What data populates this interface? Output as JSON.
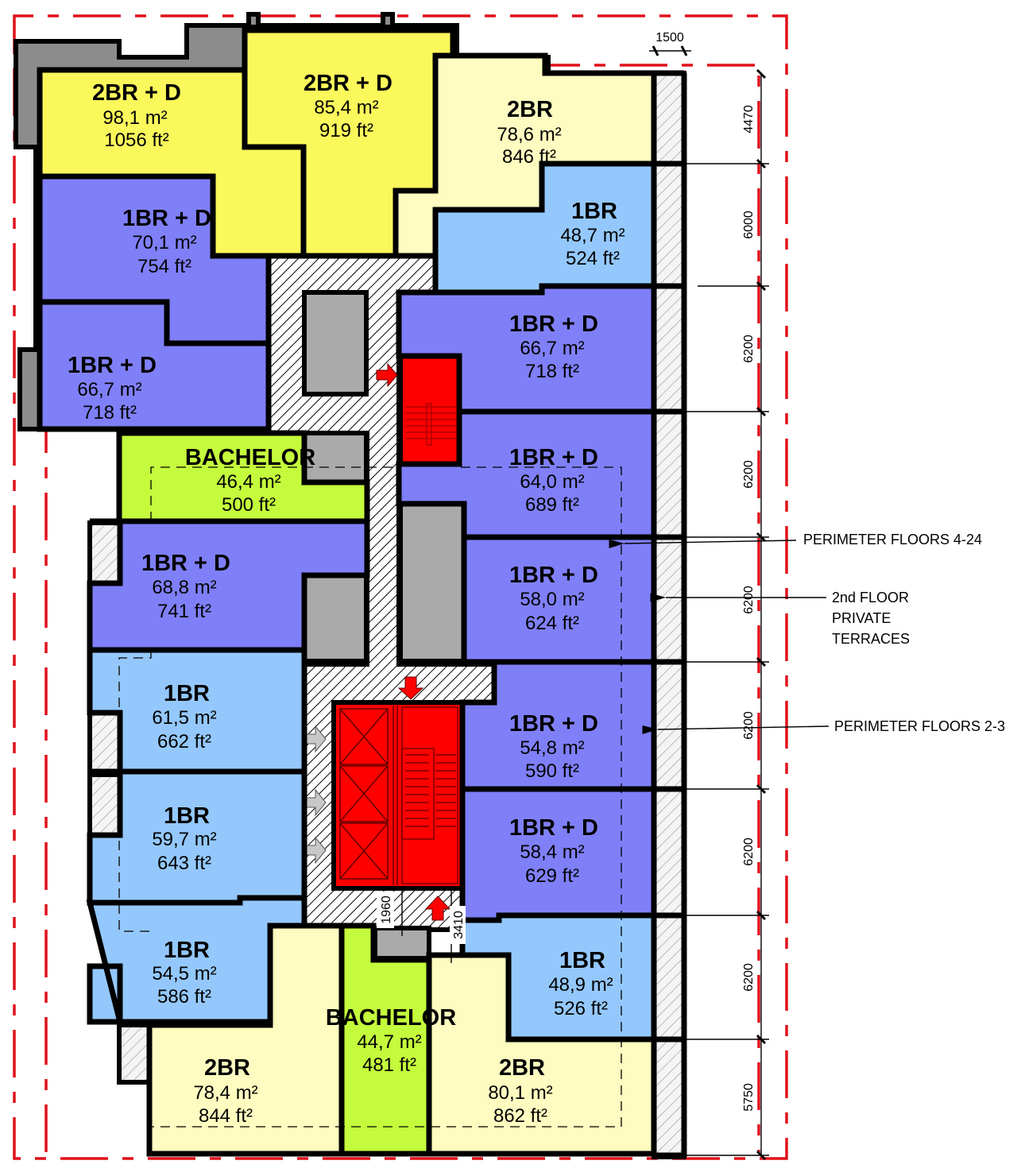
{
  "plan": {
    "units": [
      {
        "id": "u1",
        "type": "2BR + D",
        "area_m2": "98,1 m²",
        "area_ft2": "1056 ft²",
        "color": "#fbf85c"
      },
      {
        "id": "u2",
        "type": "2BR + D",
        "area_m2": "85,4 m²",
        "area_ft2": "919 ft²",
        "color": "#fbf85c"
      },
      {
        "id": "u3",
        "type": "2BR",
        "area_m2": "78,6 m²",
        "area_ft2": "846 ft²",
        "color": "#fefcc0"
      },
      {
        "id": "u4",
        "type": "1BR + D",
        "area_m2": "70,1 m²",
        "area_ft2": "754 ft²",
        "color": "#7f80f8"
      },
      {
        "id": "u5",
        "type": "1BR",
        "area_m2": "48,7 m²",
        "area_ft2": "524 ft²",
        "color": "#94c8fc"
      },
      {
        "id": "u6",
        "type": "1BR + D",
        "area_m2": "66,7 m²",
        "area_ft2": "718 ft²",
        "color": "#7f80f8"
      },
      {
        "id": "u7",
        "type": "1BR + D",
        "area_m2": "66,7 m²",
        "area_ft2": "718 ft²",
        "color": "#7f80f8"
      },
      {
        "id": "u8",
        "type": "BACHELOR",
        "area_m2": "46,4 m²",
        "area_ft2": "500 ft²",
        "color": "#c4fb3c"
      },
      {
        "id": "u9",
        "type": "1BR + D",
        "area_m2": "64,0 m²",
        "area_ft2": "689 ft²",
        "color": "#7f80f8"
      },
      {
        "id": "u10",
        "type": "1BR + D",
        "area_m2": "68,8 m²",
        "area_ft2": "741 ft²",
        "color": "#7f80f8"
      },
      {
        "id": "u11",
        "type": "1BR + D",
        "area_m2": "58,0 m²",
        "area_ft2": "624 ft²",
        "color": "#7f80f8"
      },
      {
        "id": "u12",
        "type": "1BR",
        "area_m2": "61,5 m²",
        "area_ft2": "662 ft²",
        "color": "#94c8fc"
      },
      {
        "id": "u13",
        "type": "1BR + D",
        "area_m2": "54,8 m²",
        "area_ft2": "590 ft²",
        "color": "#7f80f8"
      },
      {
        "id": "u14",
        "type": "1BR",
        "area_m2": "59,7 m²",
        "area_ft2": "643 ft²",
        "color": "#94c8fc"
      },
      {
        "id": "u15",
        "type": "1BR + D",
        "area_m2": "58,4 m²",
        "area_ft2": "629 ft²",
        "color": "#7f80f8"
      },
      {
        "id": "u16",
        "type": "1BR",
        "area_m2": "54,5 m²",
        "area_ft2": "586 ft²",
        "color": "#94c8fc"
      },
      {
        "id": "u17",
        "type": "1BR",
        "area_m2": "48,9 m²",
        "area_ft2": "526 ft²",
        "color": "#94c8fc"
      },
      {
        "id": "u18",
        "type": "BACHELOR",
        "area_m2": "44,7 m²",
        "area_ft2": "481 ft²",
        "color": "#c4fb3c"
      },
      {
        "id": "u19",
        "type": "2BR",
        "area_m2": "78,4 m²",
        "area_ft2": "844 ft²",
        "color": "#fefcc0"
      },
      {
        "id": "u20",
        "type": "2BR",
        "area_m2": "80,1 m²",
        "area_ft2": "862 ft²",
        "color": "#fefcc0"
      }
    ],
    "dimensions": {
      "terrace_width": "1500",
      "bays": [
        "4470",
        "6000",
        "6200",
        "6200",
        "6200",
        "6200",
        "6200",
        "6200",
        "5750"
      ],
      "core_small": "1960",
      "core_large": "3410"
    },
    "annotations": {
      "perimeter_upper": "PERIMETER FLOORS 4-24",
      "terraces_line1": "2nd FLOOR",
      "terraces_line2": "PRIVATE",
      "terraces_line3": "TERRACES",
      "perimeter_lower": "PERIMETER FLOORS 2-3"
    },
    "legend_colors": {
      "two_bed_den": "#fbf85c",
      "two_bed": "#fefcc0",
      "one_bed_den": "#7f80f8",
      "one_bed": "#94c8fc",
      "bachelor": "#c4fb3c",
      "exit_stair": "#ff0000",
      "property_line": "#e0111a"
    }
  }
}
